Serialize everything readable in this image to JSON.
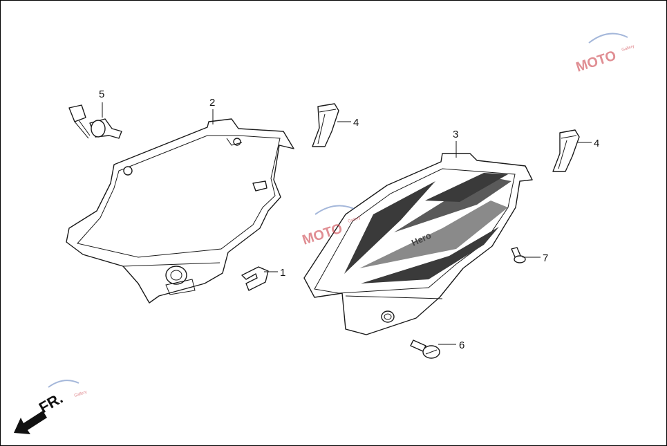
{
  "callouts": [
    {
      "id": "1",
      "label": "1"
    },
    {
      "id": "2",
      "label": "2"
    },
    {
      "id": "3",
      "label": "3"
    },
    {
      "id": "4a",
      "label": "4"
    },
    {
      "id": "4b",
      "label": "4"
    },
    {
      "id": "5",
      "label": "5"
    },
    {
      "id": "6",
      "label": "6"
    },
    {
      "id": "7",
      "label": "7"
    }
  ],
  "direction": {
    "label": "FR."
  },
  "brand_on_cover": "Hero",
  "watermark": {
    "text": "MOTO",
    "subtext": "Gallery"
  },
  "colors": {
    "line": "#1a1a1a",
    "watermark": "#c8323c",
    "stripe_dark": "#3a3a3a",
    "stripe_mid": "#8a8a8a"
  }
}
